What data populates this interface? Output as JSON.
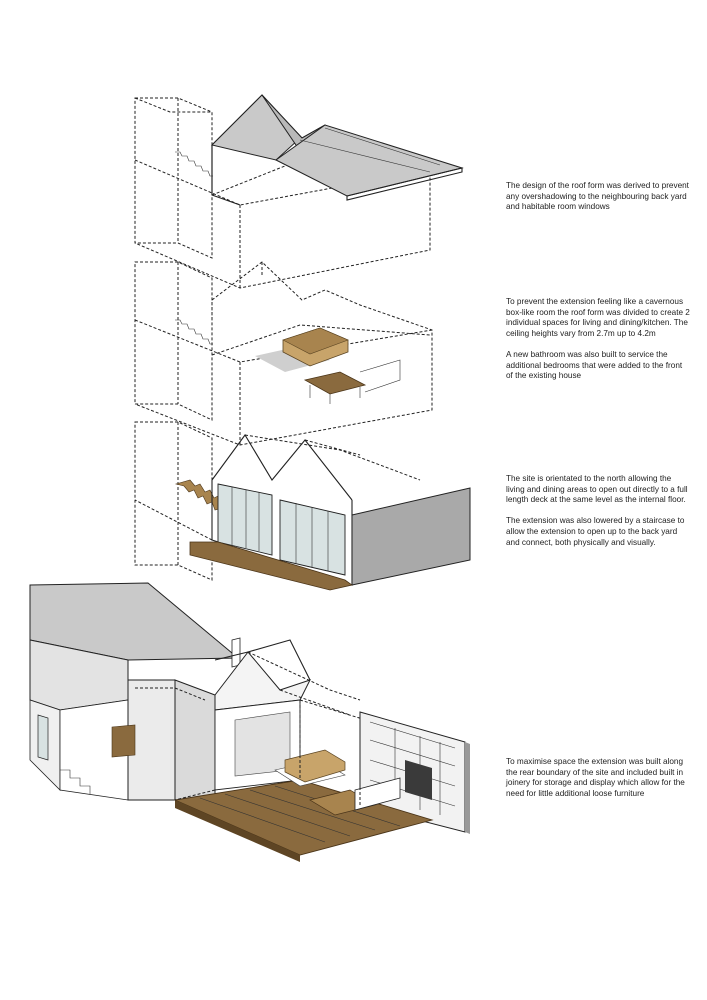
{
  "captions": [
    {
      "id": "roof-form",
      "paragraphs": [
        "The design of the roof form was derived to prevent any overshadowing to the neighbouring back yard and habitable room windows"
      ]
    },
    {
      "id": "living-dining",
      "paragraphs": [
        "To prevent the extension feeling like a cavernous box-like room the roof form was divided to create 2 individual spaces for living and dining/kitchen. The ceiling heights vary from 2.7m up to 4.2m",
        "A new bathroom was also built to service the additional bedrooms that were added to the front of the existing house"
      ]
    },
    {
      "id": "deck",
      "paragraphs": [
        "The site is orientated to the north allowing the living and dining areas to open out directly to a full length deck at the same level as the internal floor.",
        "The extension was also lowered by a staircase to allow the extension to open up to the back yard and connect, both physically and visually."
      ]
    },
    {
      "id": "joinery",
      "paragraphs": [
        "To maximise space the extension was built along the rear boundary of the site and included built in joinery for storage and display which allow for the need for little additional loose furniture"
      ]
    }
  ],
  "colors": {
    "roof_grey": "#c9c9c9",
    "wall_grey": "#e3e3e3",
    "timber": "#8a6a3e",
    "timber_light": "#c8a46a",
    "glass": "#d8e2e2",
    "line": "#222222"
  }
}
